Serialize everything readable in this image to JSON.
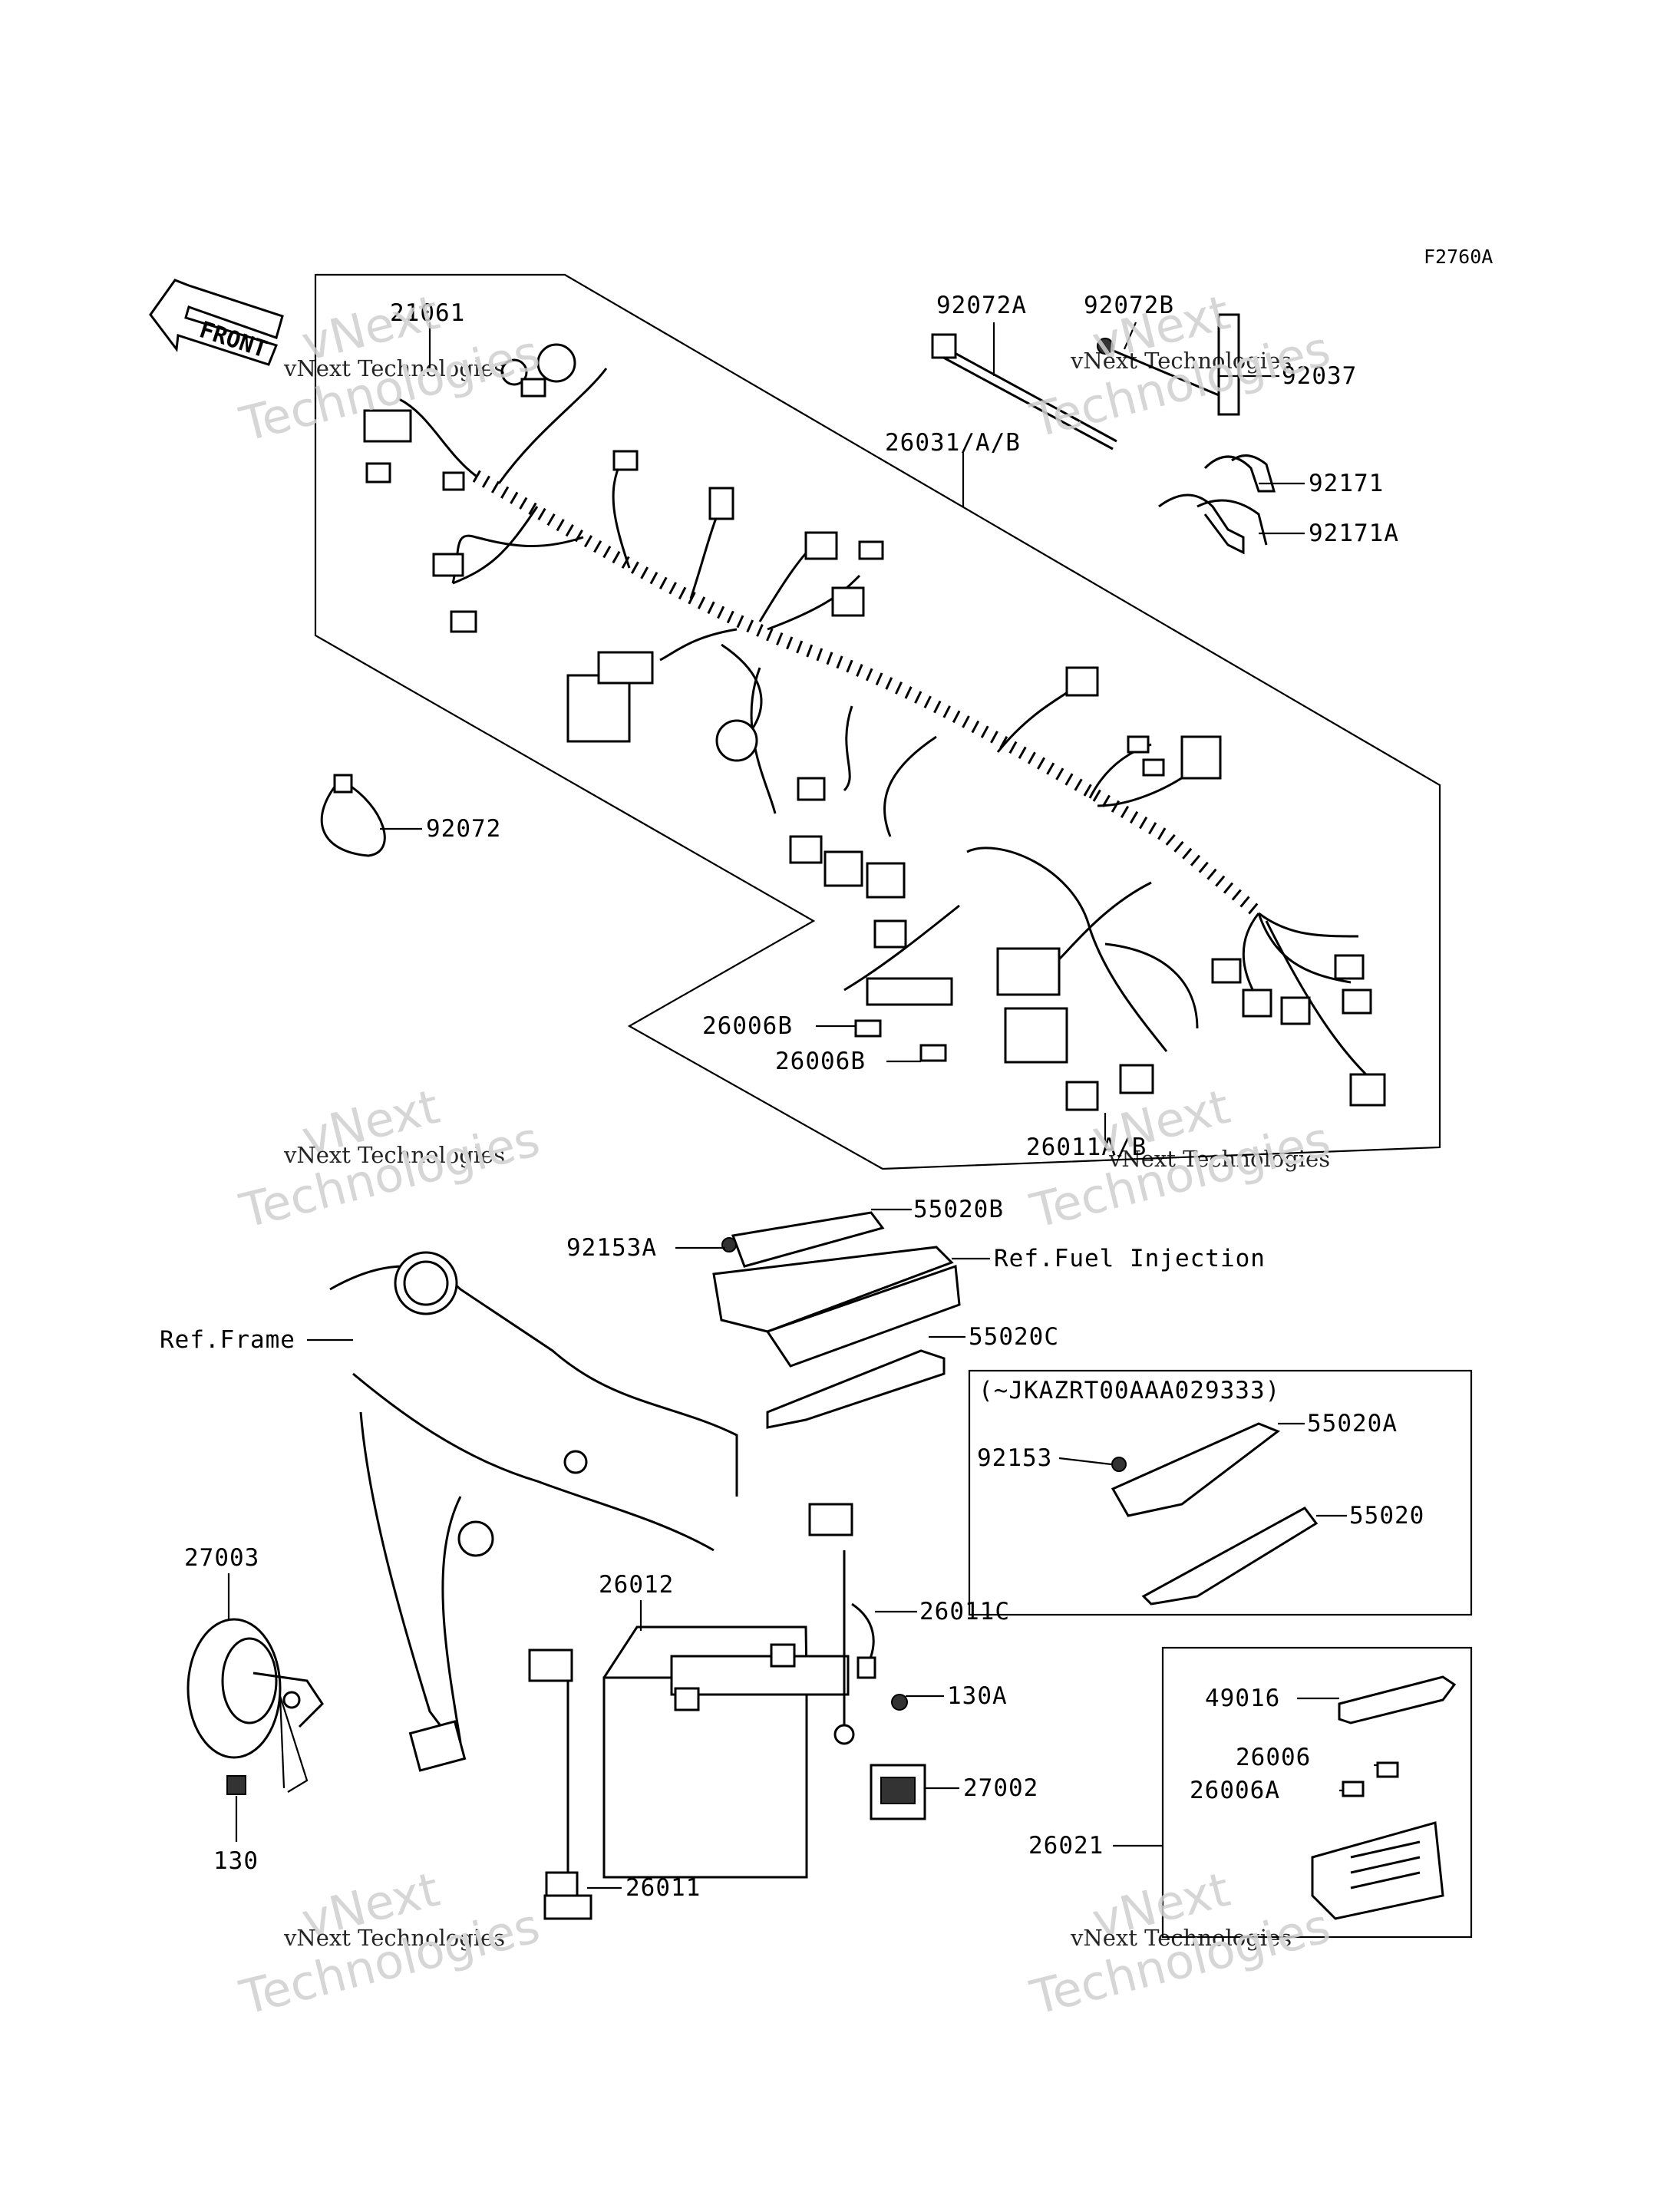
{
  "figure_code": "F2760A",
  "front_label": "FRONT",
  "callouts": {
    "p21061": "21061",
    "p92072A": "92072A",
    "p92072B": "92072B",
    "p92037": "92037",
    "p26031": "26031/A/B",
    "p92171": "92171",
    "p92171A": "92171A",
    "p92072": "92072",
    "p26006B_1": "26006B",
    "p26006B_2": "26006B",
    "p26011AB": "26011A/B",
    "p55020B": "55020B",
    "p92153A": "92153A",
    "ref_fuel": "Ref.Fuel Injection",
    "ref_frame": "Ref.Frame",
    "p55020C": "55020C",
    "serial_note": "(~JKAZRT00AAA029333)",
    "p55020A": "55020A",
    "p92153": "92153",
    "p55020": "55020",
    "p27003": "27003",
    "p26012": "26012",
    "p26011C": "26011C",
    "p130A": "130A",
    "p27002": "27002",
    "p130": "130",
    "p26011": "26011",
    "p49016": "49016",
    "p26006": "26006",
    "p26006A": "26006A",
    "p26021": "26021"
  },
  "watermark": {
    "line1": "vNext",
    "line2": "vNext Technologies",
    "line3": "Technologies"
  }
}
